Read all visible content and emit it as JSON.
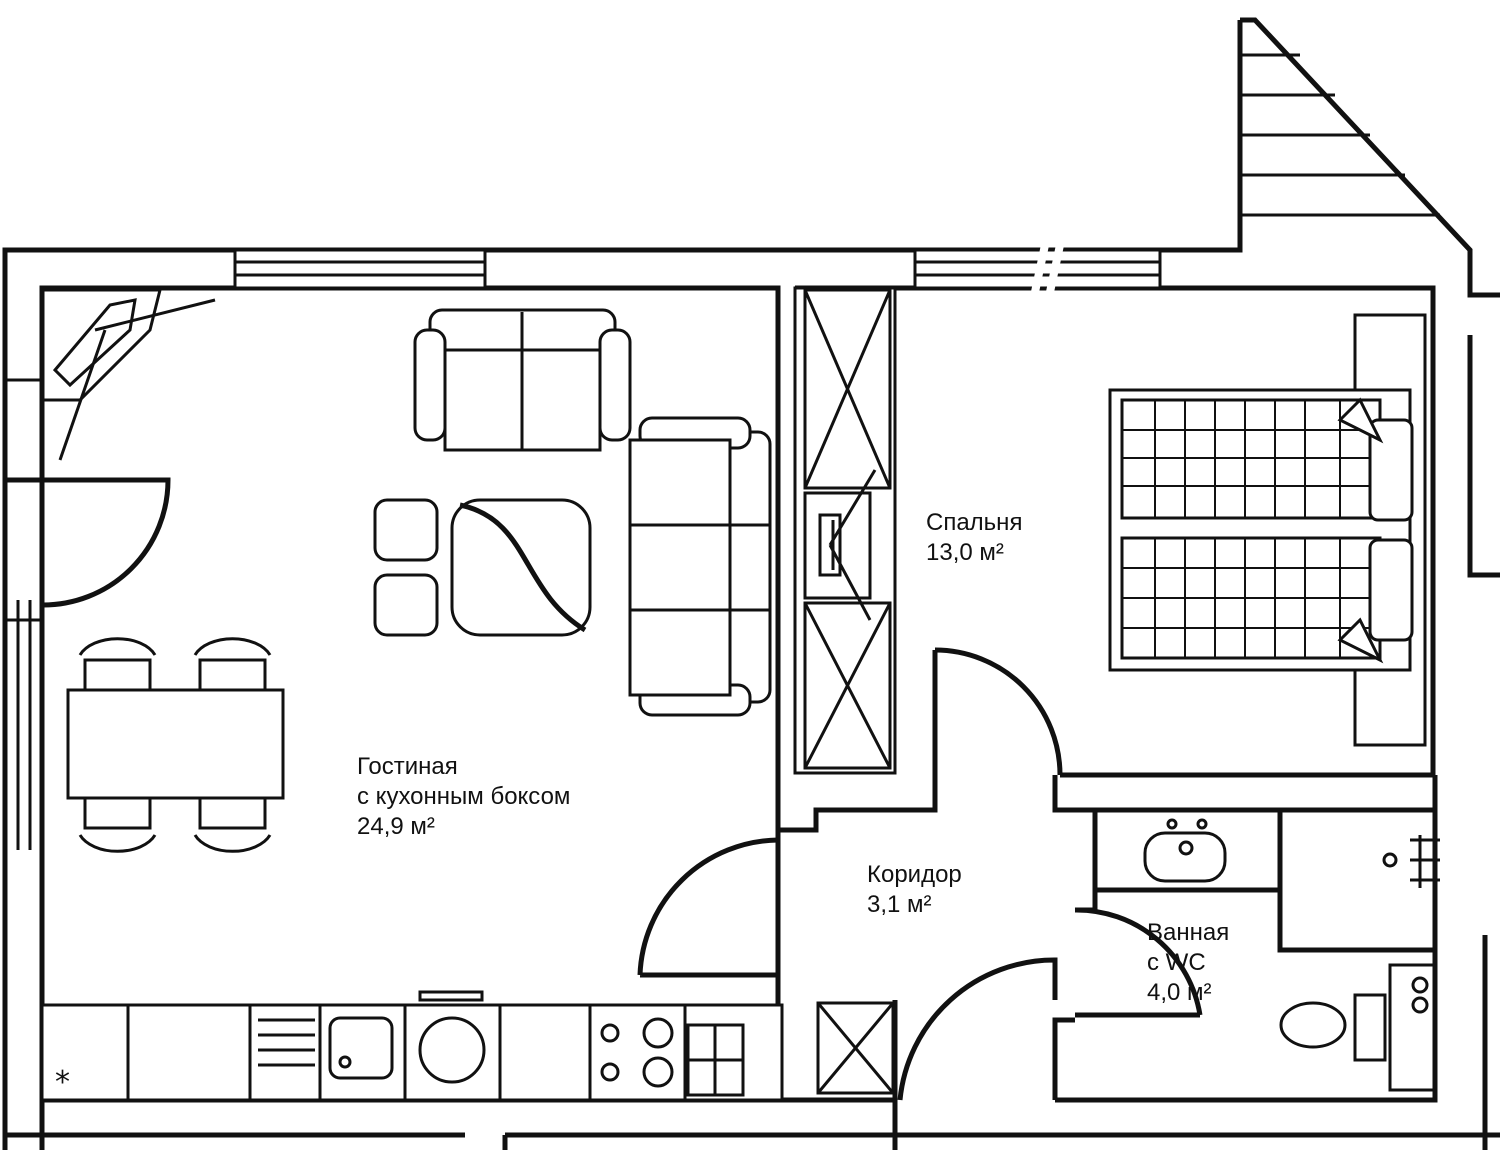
{
  "rooms": {
    "living": {
      "name": "Гостиная",
      "subtitle": "с кухонным боксом",
      "area": "24,9 м²"
    },
    "bedroom": {
      "name": "Спальня",
      "area": "13,0 м²"
    },
    "corridor": {
      "name": "Коридор",
      "area": "3,1 м²"
    },
    "bathroom": {
      "name": "Ванная",
      "subtitle": "с WC",
      "area": "4,0 м²"
    }
  },
  "colors": {
    "ink": "#111111",
    "paper": "#ffffff"
  }
}
